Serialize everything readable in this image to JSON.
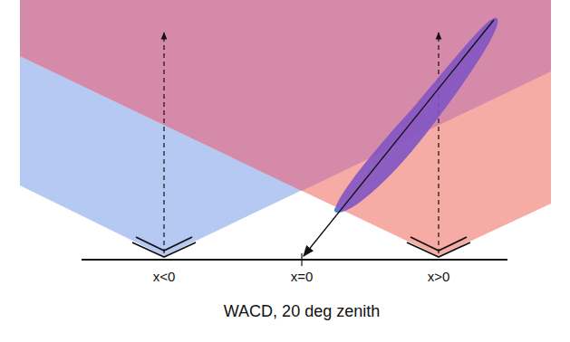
{
  "diagram": {
    "caption": "WACD, 20 deg zenith",
    "labels": [
      "x<0",
      "x=0",
      "x>0"
    ]
  }
}
